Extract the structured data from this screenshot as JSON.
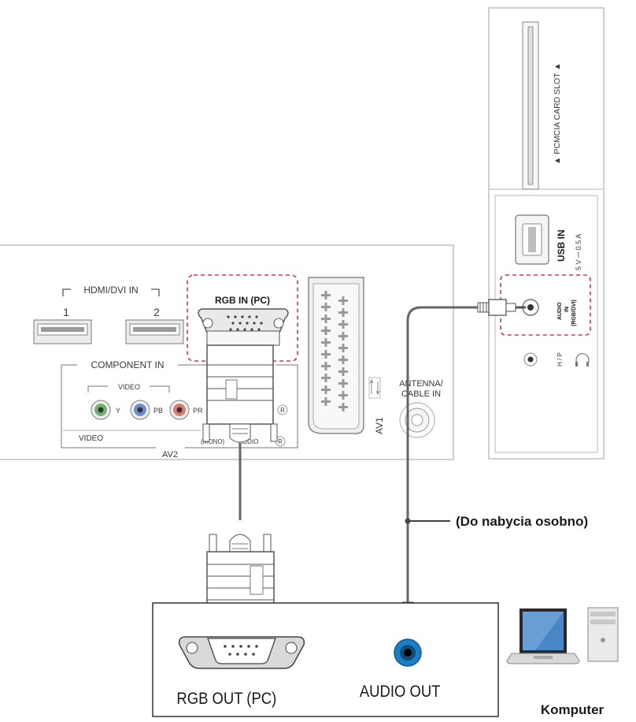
{
  "tv_panel": {
    "hdmi_group_label": "HDMI/DVI IN",
    "hdmi_port_1": "1",
    "hdmi_port_2": "2",
    "rgb_in_label": "RGB IN (PC)",
    "component_label": "COMPONENT IN",
    "video_sub_label": "VIDEO",
    "y_label": "Y",
    "pb_label": "PB",
    "pr_label": "PR",
    "r_mark": "R",
    "video_label": "VIDEO",
    "mono_label": "(MONO)",
    "audio_label": "AUDIO",
    "av2_label": "AV2",
    "av1_label": "AV1",
    "antenna_label_1": "ANTENNA/",
    "antenna_label_2": "CABLE IN"
  },
  "side_panel": {
    "pcmcia_label": "▲ PCMCIA CARD SLOT ▲",
    "usb_label": "USB IN",
    "usb_power": "5 V ⎓ 0.5 A",
    "audio_in_1": "AUDIO",
    "audio_in_2": "IN",
    "audio_in_3": "(RGB/DVI)",
    "hp_label": "H / P"
  },
  "cable_note": "(Do nabycia osobno)",
  "pc_panel": {
    "rgb_out_label": "RGB OUT (PC)",
    "audio_out_label": "AUDIO OUT"
  },
  "computer_label": "Komputer",
  "colors": {
    "highlight": "#d6336c",
    "panel_stroke": "#cfcfcf",
    "audio_blue": "#1a7fc4"
  }
}
